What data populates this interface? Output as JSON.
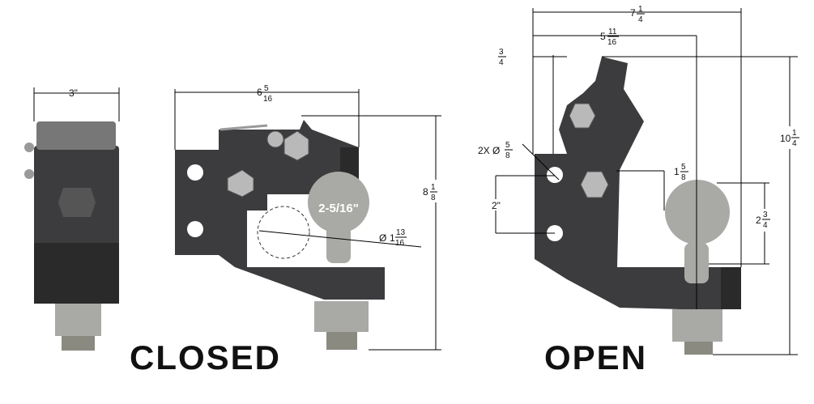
{
  "closed": {
    "title": "CLOSED",
    "width_end": "3\"",
    "length": {
      "whole": "6",
      "num": "5",
      "den": "16"
    },
    "height": {
      "whole": "8",
      "num": "1",
      "den": "8"
    },
    "ball_size": "2-5/16\"",
    "shank_dia": {
      "prefix": "Ø",
      "whole": "1",
      "num": "13",
      "den": "16"
    }
  },
  "open": {
    "title": "OPEN",
    "overall_length": {
      "whole": "7",
      "num": "1",
      "den": "4"
    },
    "ball_center": {
      "whole": "5",
      "num": "11",
      "den": "16"
    },
    "offset": {
      "num": "3",
      "den": "4"
    },
    "holes": {
      "prefix": "2X Ø",
      "num": "5",
      "den": "8"
    },
    "hole_spacing": "2\"",
    "clearance": {
      "whole": "1",
      "num": "5",
      "den": "8"
    },
    "ball_height": {
      "whole": "2",
      "num": "3",
      "den": "4"
    },
    "overall_height": {
      "whole": "10",
      "num": "1",
      "den": "4"
    }
  }
}
